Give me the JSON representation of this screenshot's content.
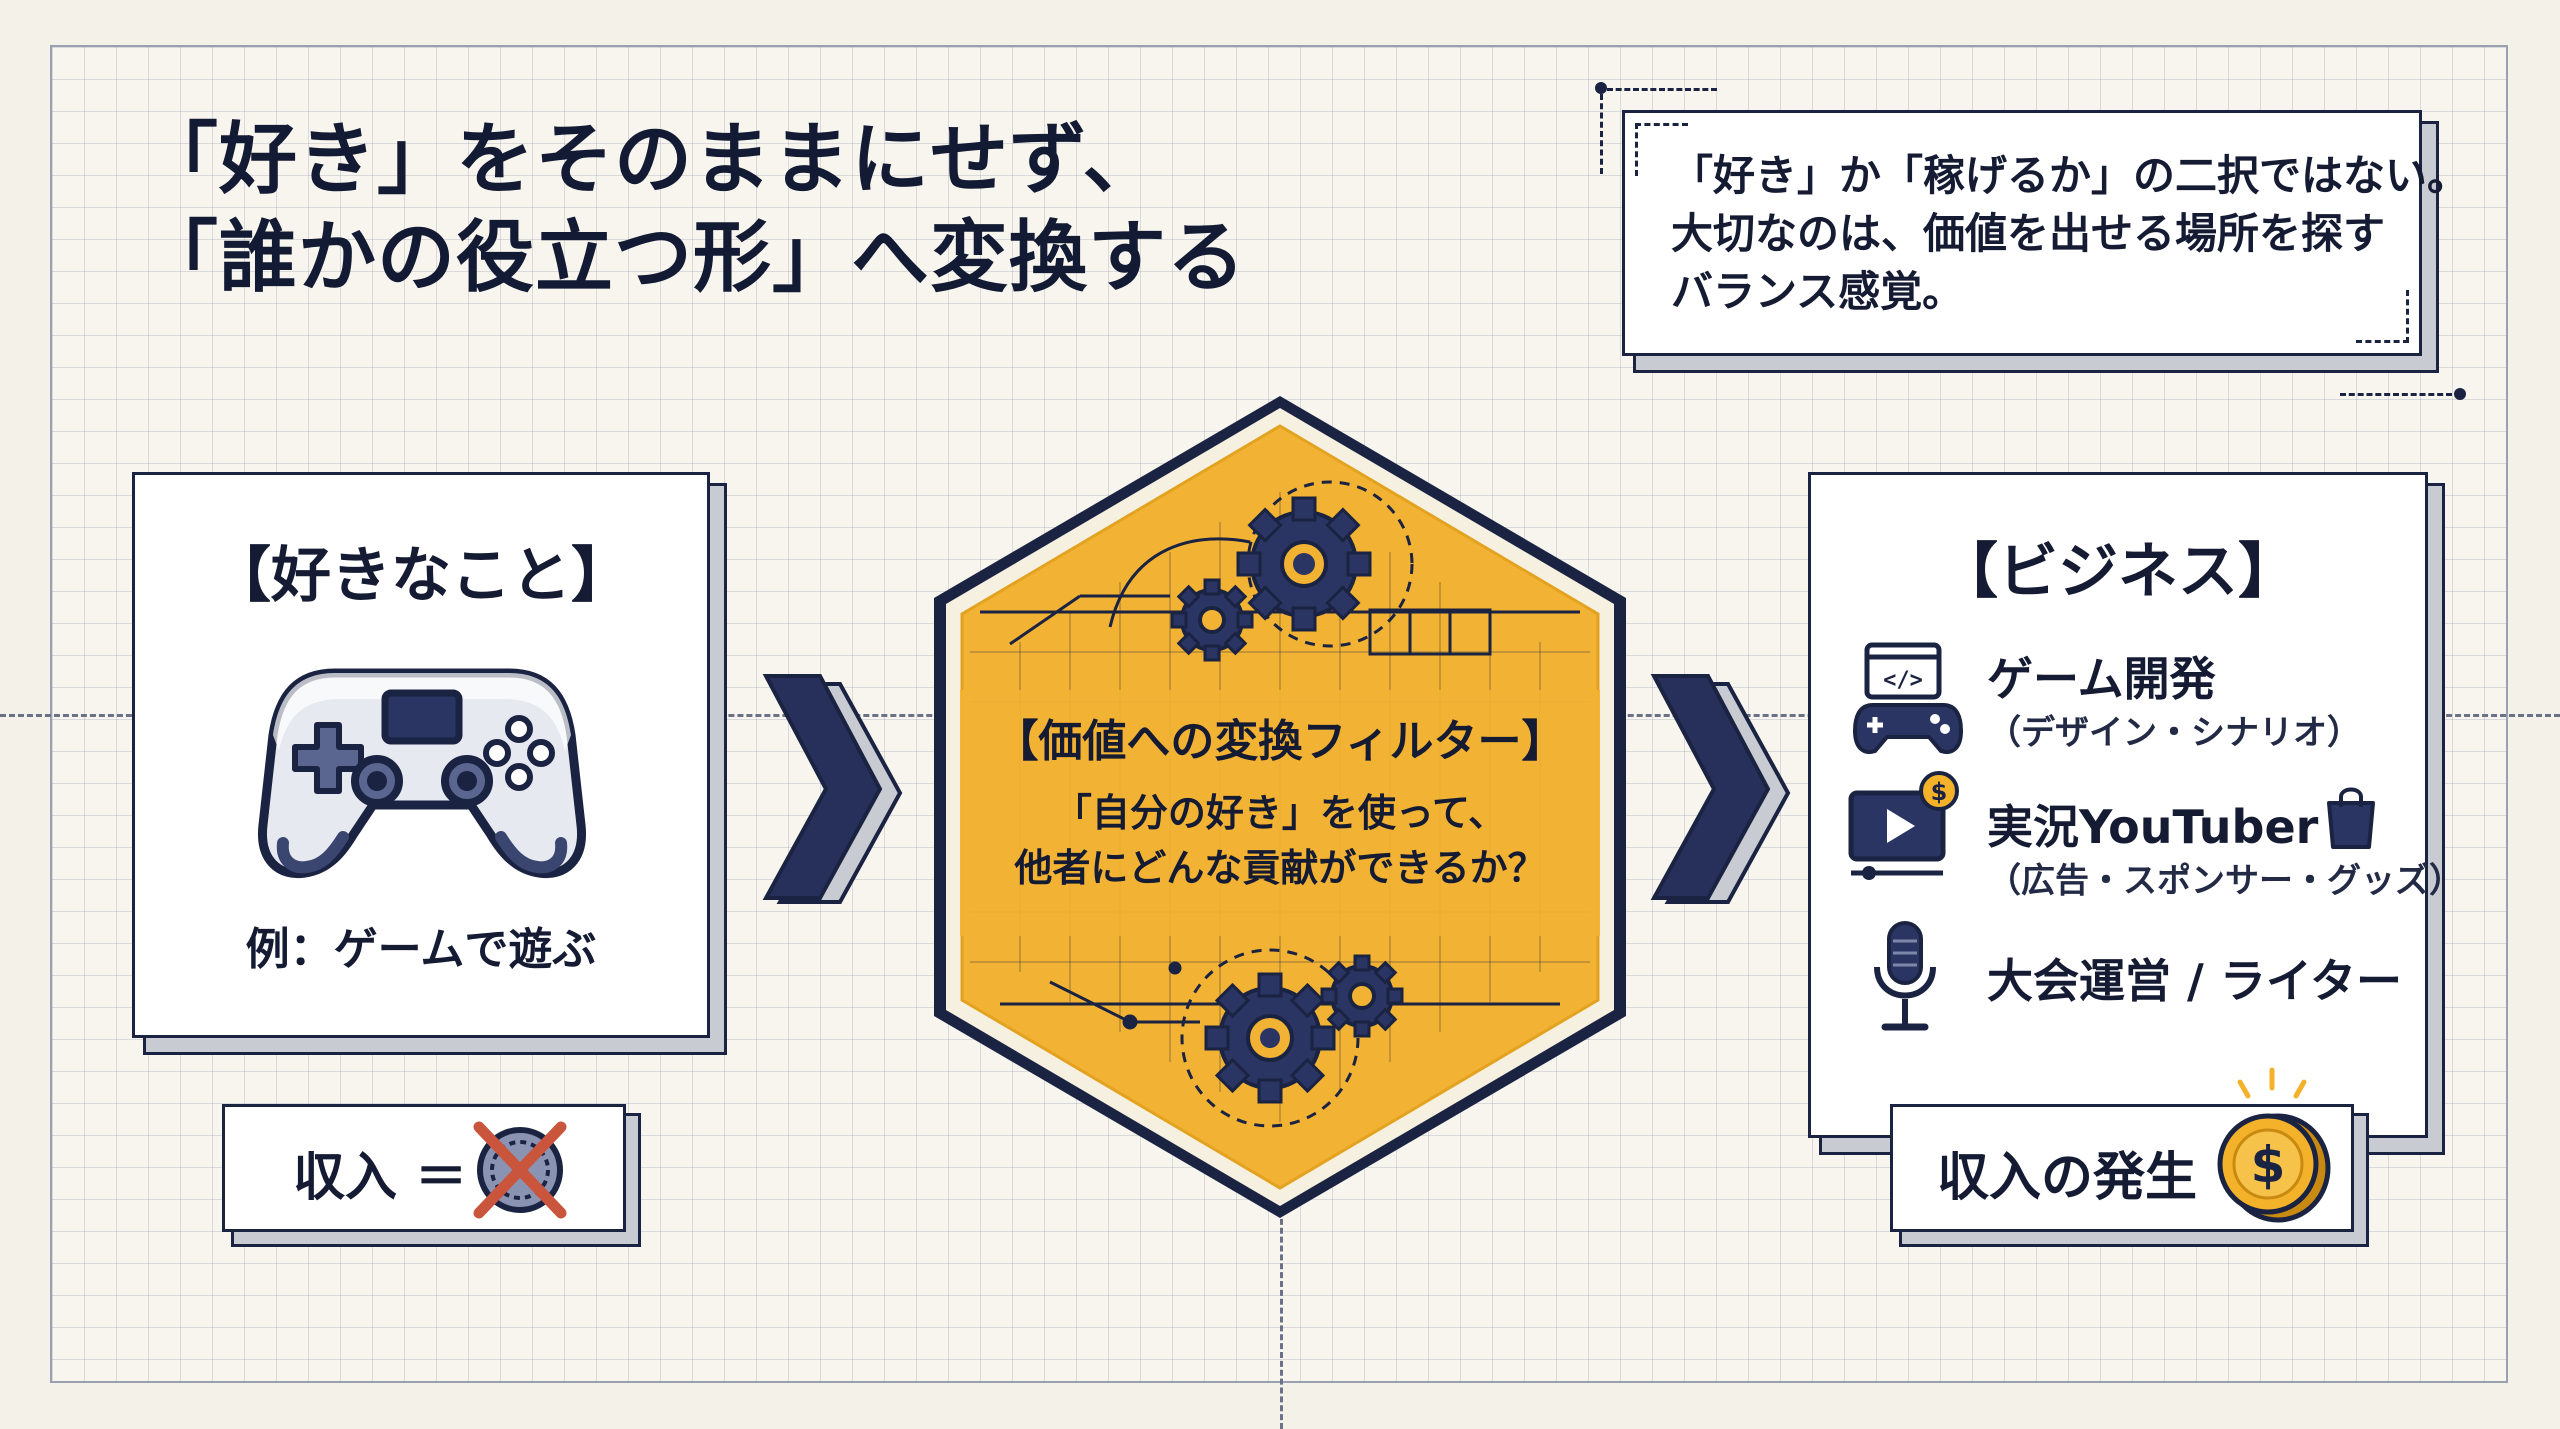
{
  "title": {
    "line1": "「好き」をそのままにせず、",
    "line2": "「誰かの役立つ形」へ変換する"
  },
  "quote": {
    "line1": "「好き」か「稼げるか」の二択ではない。",
    "line2": "大切なのは、価値を出せる場所を探す",
    "line3": "バランス感覚。"
  },
  "left_card": {
    "heading": "【好きなこと】",
    "caption": "例：ゲームで遊ぶ",
    "icon": "game-controller-icon"
  },
  "left_income": {
    "label": "収入 ＝",
    "icon": "crossed-out-coin-icon"
  },
  "filter": {
    "heading": "【価値への変換フィルター】",
    "line1": "「自分の好き」を使って、",
    "line2": "他者にどんな貢献ができるか？",
    "icon": "gears-icon"
  },
  "right_card": {
    "heading": "【ビジネス】",
    "items": [
      {
        "main": "ゲーム開発",
        "sub": "（デザイン・シナリオ）",
        "icon": "code-window-controller-icon"
      },
      {
        "main": "実況YouTuber",
        "sub": "（広告・スポンサー・グッズ）",
        "icon": "video-play-coin-icon"
      },
      {
        "main": "大会運営 / ライター",
        "sub": "",
        "icon": "microphone-icon"
      }
    ]
  },
  "right_income": {
    "label": "収入の発生",
    "icon": "dollar-coin-icon"
  },
  "colors": {
    "navy": "#1b2342",
    "hex_fill": "#f2b233",
    "hex_border": "#e3a21f",
    "coin_gold": "#f4b12a",
    "cross_red": "#c9553d",
    "background": "#f4f1e8"
  }
}
